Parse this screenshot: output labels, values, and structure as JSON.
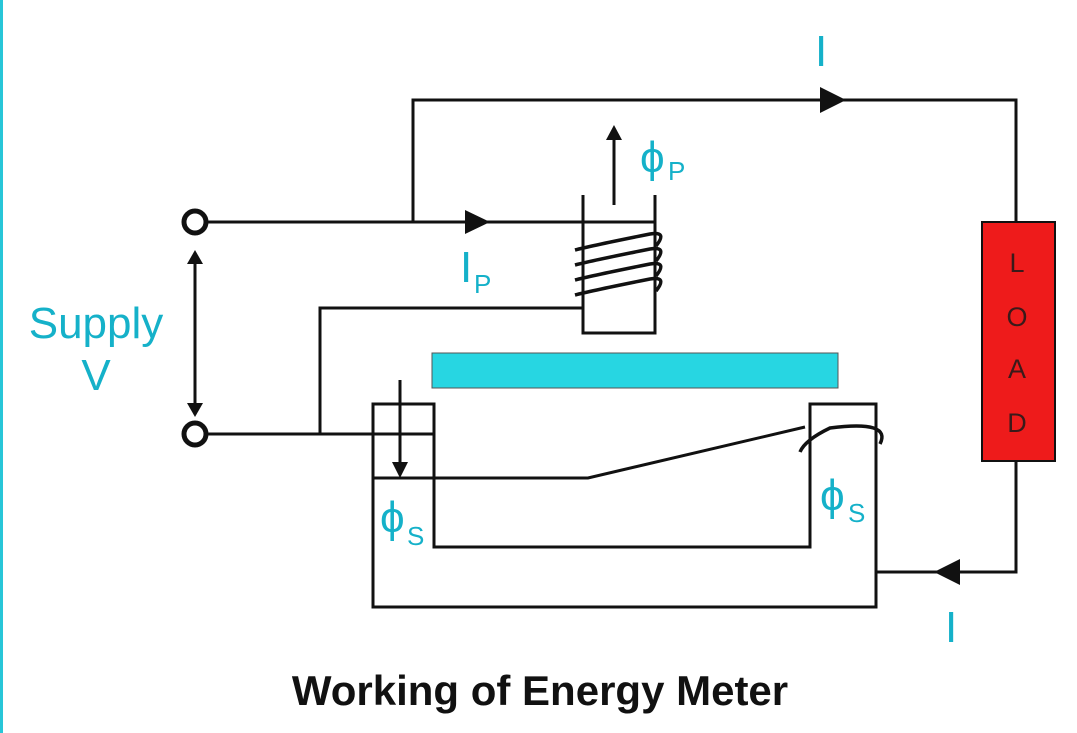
{
  "title": "Working of Energy Meter",
  "labels": {
    "current_top": "I",
    "current_bottom": "I",
    "pressure_current_main": "I",
    "pressure_current_sub": "P",
    "flux_pressure_main": "ϕ",
    "flux_pressure_sub": "P",
    "flux_series_left_main": "ϕ",
    "flux_series_left_sub": "S",
    "flux_series_right_main": "ϕ",
    "flux_series_right_sub": "S",
    "supply_line1": "Supply",
    "supply_line2": "V"
  },
  "load": {
    "letters": [
      "L",
      "O",
      "A",
      "D"
    ]
  },
  "colors": {
    "label": "#15b1c9",
    "disc": "#27d6e2",
    "load_box": "#ee1b1b",
    "left_border": "#27c6d8",
    "wire": "#111111"
  }
}
